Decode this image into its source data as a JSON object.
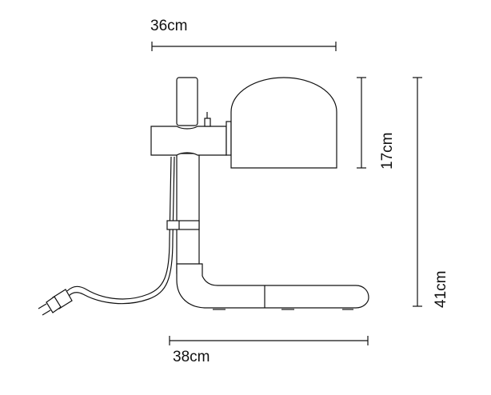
{
  "diagram": {
    "dimensions": {
      "top_width": "36cm",
      "shade_height": "17cm",
      "total_height": "41cm",
      "base_width": "38cm"
    }
  }
}
